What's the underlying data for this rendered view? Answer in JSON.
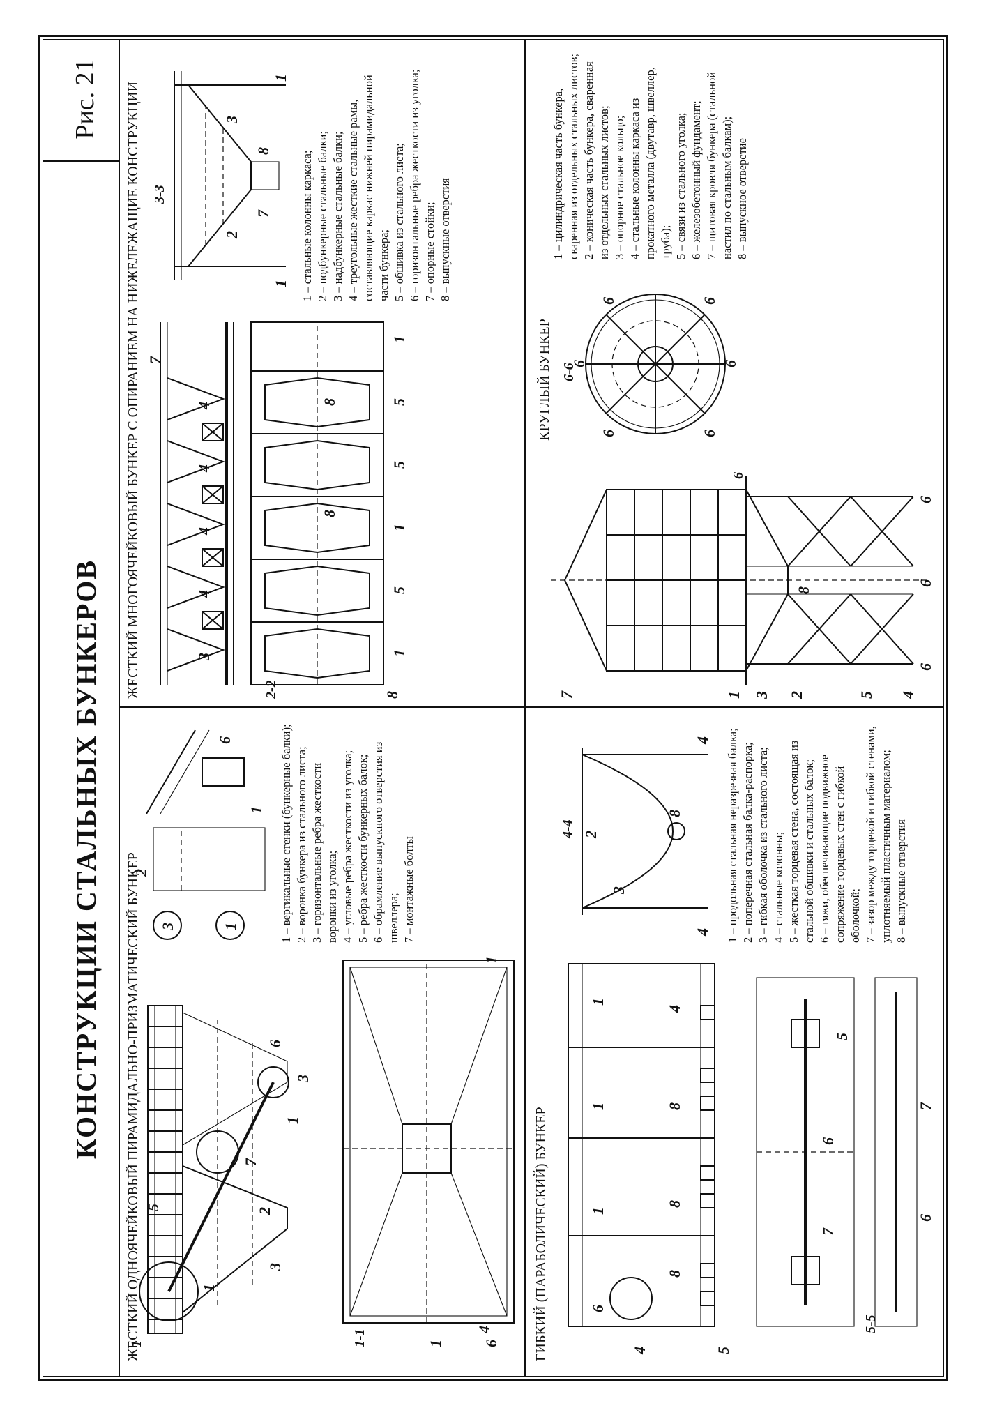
{
  "page": {
    "title": "КОНСТРУКЦИИ   СТАЛЬНЫХ   БУНКЕРОВ",
    "figure_label": "Рис. 21"
  },
  "panels": {
    "pyramidal": {
      "title": "ЖЕСТКИЙ ОДНОЯЧЕЙКОВЫЙ ПИРАМИДАЛЬНО-ПРИЗМАТИЧЕСКИЙ БУНКЕР",
      "section_labels": [
        "1-1",
        "1",
        "2",
        "3"
      ],
      "legend": [
        "1 – вертикальные стенки (бункерные балки);",
        "2 – воронка бункера из стального листа;",
        "3 – горизонтальные ребра жесткости воронки из уголка;",
        "4 – угловые ребра жесткости из уголка;",
        "5 – ребра жесткости бункерных балок;",
        "6 – обрамление выпускного отверстия из швеллера;",
        "7 – монтажные болты"
      ]
    },
    "multicell": {
      "title": "ЖЕСТКИЙ МНОГОЯЧЕЙКОВЫЙ БУНКЕР С ОПИРАНИЕМ НА НИЖЕЛЕЖАЩИЕ КОНСТРУКЦИИ",
      "section_labels": [
        "2-2",
        "3-3",
        "2",
        "3"
      ],
      "legend": [
        "1 – стальные колонны каркаса;",
        "2 – подбункерные стальные балки;",
        "3 – надбункерные стальные балки;",
        "4 – треугольные жесткие стальные рамы, составляющие каркас нижней пирамидальной части бункера;",
        "5 – обшивка из стального листа;",
        "6 – горизонтальные ребра жесткости из уголка;",
        "7 – опорные стойки;",
        "8 – выпускные отверстия"
      ]
    },
    "flexible": {
      "title": "ГИБКИЙ (ПАРАБОЛИЧЕСКИЙ) БУНКЕР",
      "section_labels": [
        "4-4",
        "5-5",
        "4",
        "5"
      ],
      "legend": [
        "1 – продольная стальная неразрезная балка;",
        "2 – поперечная стальная балка-распорка;",
        "3 – гибкая оболочка из стального листа;",
        "4 – стальные колонны;",
        "5 – жесткая торцевая стена, состоящая из стальной обшивки и стальных балок;",
        "6 – тяжи, обеспечивающие подвижное сопряжение торцевых стен с гибкой оболочкой;",
        "7 – зазор между торцевой и гибкой стенами, уплотняемый пластичным материалом;",
        "8 – выпускные отверстия"
      ]
    },
    "round": {
      "title": "КРУГЛЫЙ БУНКЕР",
      "section_labels": [
        "6-6",
        "6"
      ],
      "legend": [
        "1 – цилиндрическая часть бункера, сваренная из отдельных стальных листов;",
        "2 – коническая часть бункера, сваренная из отдельных стальных листов;",
        "3 – опорное стальное кольцо;",
        "4 – стальные колонны каркаса из прокатного металла (двутавр, швеллер, труба);",
        "5 – связи из стального уголка;",
        "6 – железобетонный фундамент;",
        "7 – щитовая кровля бункера (стальной настил по стальным балкам);",
        "8 – выпускное отверстие"
      ]
    }
  },
  "callout_numbers": [
    "1",
    "2",
    "3",
    "4",
    "5",
    "6",
    "7",
    "8"
  ]
}
